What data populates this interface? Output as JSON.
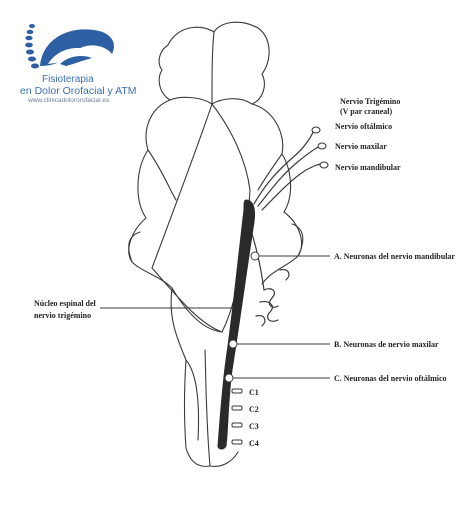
{
  "logo": {
    "line1": "Fisioterapia",
    "line2": "en Dolor Orofacial y ATM",
    "website": "www.clinicadolororofacial.es",
    "brand_color": "#2d5fa3",
    "icon": "spine-head-logo-icon"
  },
  "labels": {
    "trigeminal_title_line1": "Nervio Trigémino",
    "trigeminal_title_line2": "(V par craneal)",
    "ophthalmic": "Nervio oftálmico",
    "maxillary": "Nervio maxilar",
    "mandibular": "Nervio mandibular",
    "neurons_mandibular": "A. Neuronas del nervio mandibular",
    "neurons_maxillary": "B. Neuronas de nervio maxilar",
    "neurons_ophthalmic": "C. Neuronas del nervio oftálmico",
    "spinal_nucleus_line1": "Núcleo espinal del",
    "spinal_nucleus_line2": "nervio trigémino",
    "c1": "C1",
    "c2": "C2",
    "c3": "C3",
    "c4": "C4"
  },
  "colors": {
    "line": "#3a3a3a",
    "nucleus": "#2a2a2a",
    "text": "#222222"
  }
}
